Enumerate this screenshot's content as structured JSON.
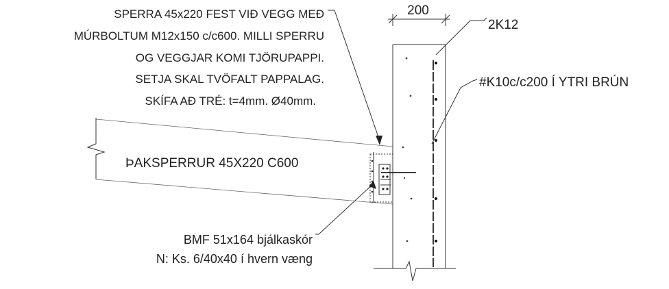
{
  "drawing": {
    "note_sperra": [
      "SPERRA 45x220 FEST VIÐ VEGG MEÐ",
      "MÚRBOLTUM M12x150 c/c600. MILLI SPERRU",
      "OG VEGGJAR KOMI TJÖRUPAPPI.",
      "SETJA SKAL TVÖFALT PAPPALAG.",
      "SKÍFA AÐ TRÉ: t=4mm. Ø40mm."
    ],
    "dimension_value": "200",
    "rebar_label": "2K12",
    "mesh_label": "#K10c/c200 Í YTRI BRÚN",
    "rafter_label": "ÞAKSPERRUR 45X220 C600",
    "hanger_line1": "BMF 51x164 bjálkaskór",
    "hanger_line2": "N: Ks. 6/40x40 í hvern væng"
  }
}
